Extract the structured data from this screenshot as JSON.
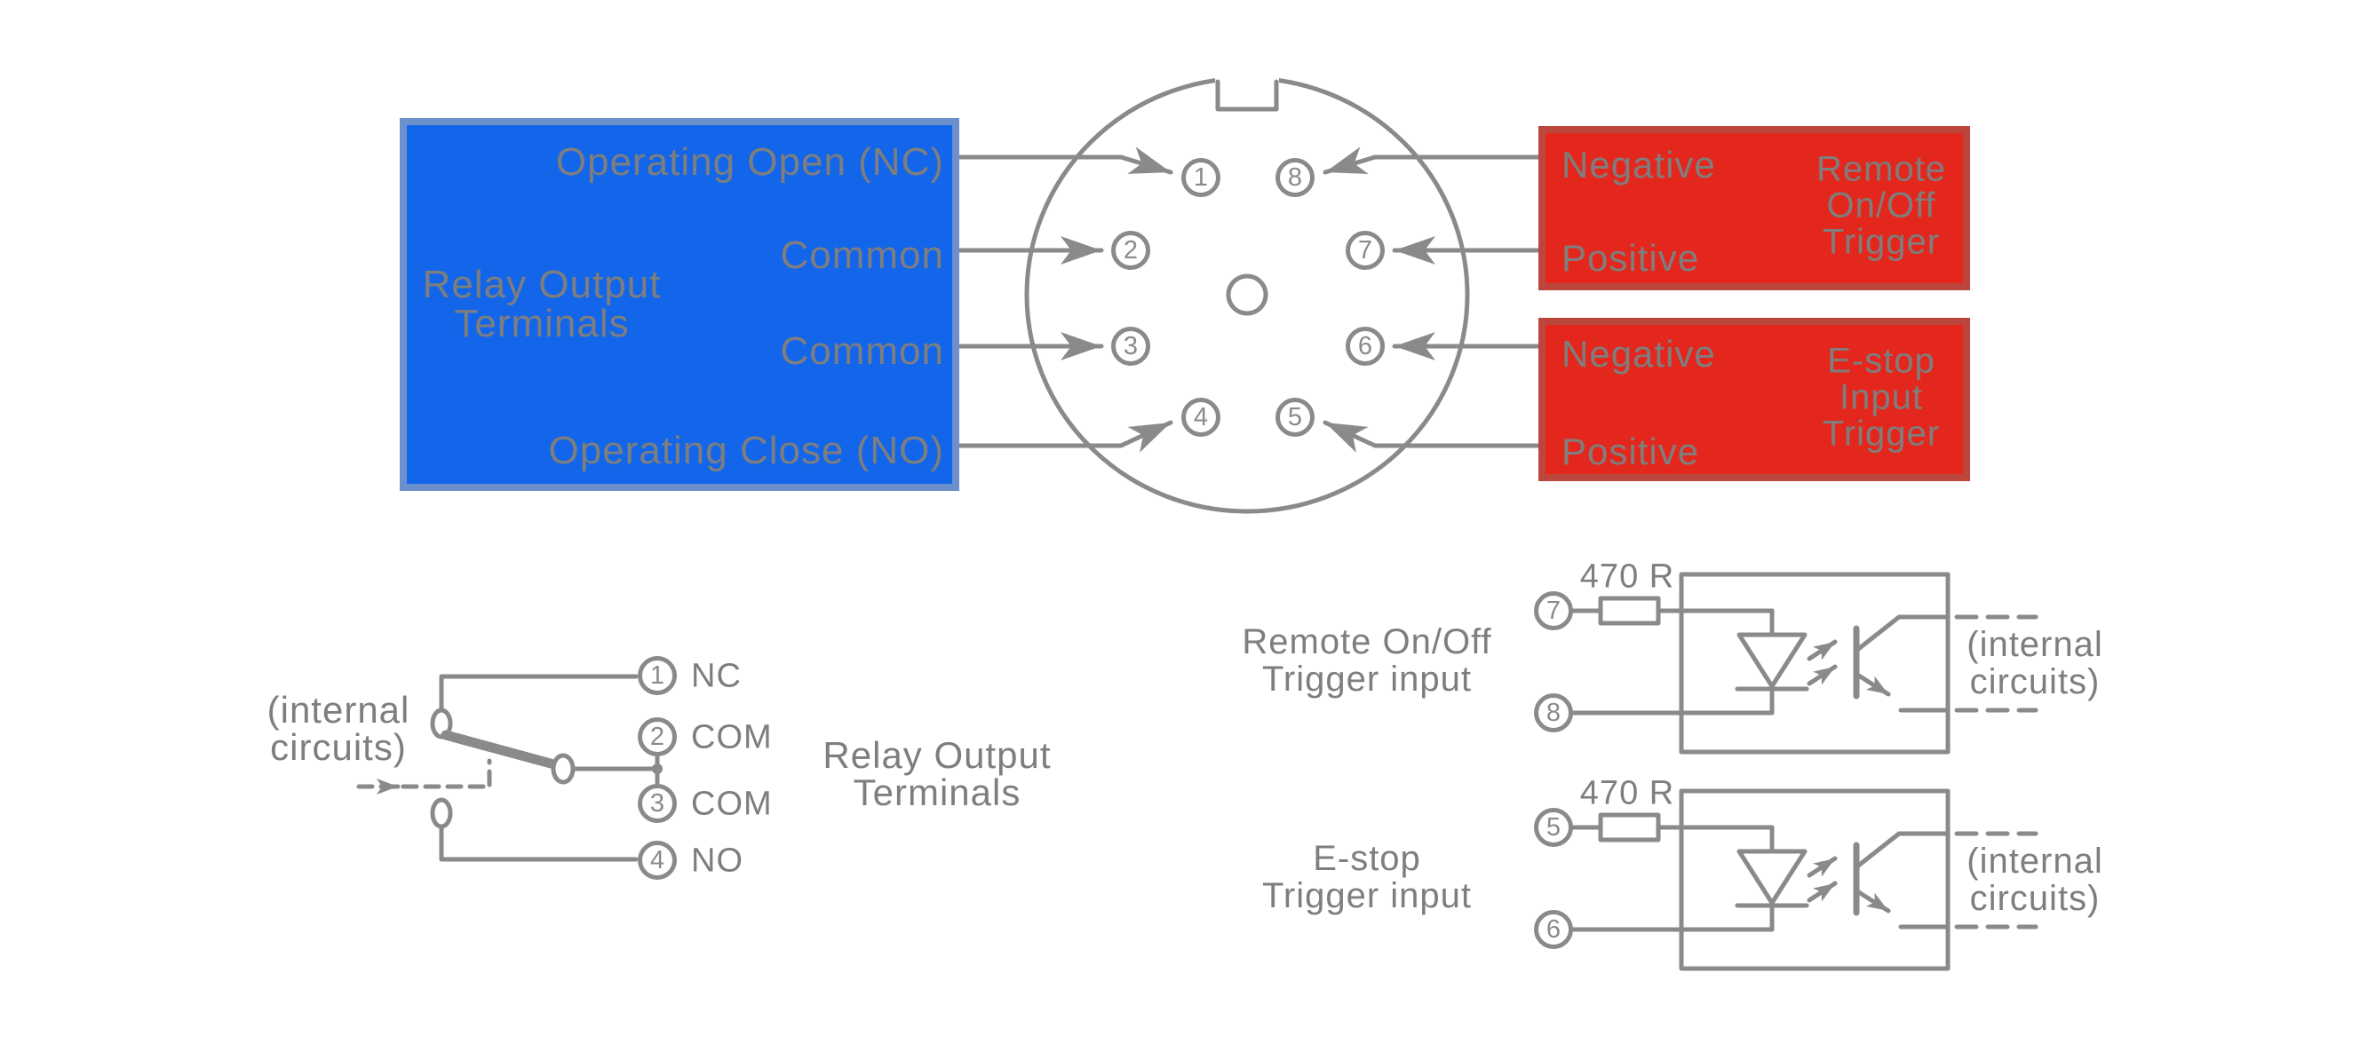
{
  "colors": {
    "blue_fill": "#1366ea",
    "blue_border": "#6c90cc",
    "red_fill": "#e4271d",
    "red_border": "#bc453c",
    "gray_line": "#8a8a8a",
    "gray_text": "#7e7e7e"
  },
  "top": {
    "relay_box": {
      "title": [
        "Relay Output",
        "Terminals"
      ],
      "labels": [
        "Operating Open (NC)",
        "Common",
        "Common",
        "Operating Close (NO)"
      ]
    },
    "connector_pins": [
      "1",
      "2",
      "3",
      "4",
      "5",
      "6",
      "7",
      "8"
    ],
    "remote_box": {
      "neg": "Negative",
      "pos": "Positive",
      "title": [
        "Remote",
        "On/Off",
        "Trigger"
      ]
    },
    "estop_box": {
      "neg": "Negative",
      "pos": "Positive",
      "title": [
        "E-stop",
        "Input",
        "Trigger"
      ]
    }
  },
  "relay_schematic": {
    "internal": [
      "(internal",
      "circuits)"
    ],
    "pins": [
      "1",
      "2",
      "3",
      "4"
    ],
    "pin_labels": [
      "NC",
      "COM",
      "COM",
      "NO"
    ],
    "title": [
      "Relay Output",
      "Terminals"
    ]
  },
  "opto": [
    {
      "label": [
        "Remote On/Off",
        "Trigger input"
      ],
      "resistor": "470 R",
      "pin_top": "7",
      "pin_bottom": "8",
      "internal": [
        "(internal",
        "circuits)"
      ]
    },
    {
      "label": [
        "E-stop",
        "Trigger input"
      ],
      "resistor": "470 R",
      "pin_top": "5",
      "pin_bottom": "6",
      "internal": [
        "(internal",
        "circuits)"
      ]
    }
  ]
}
